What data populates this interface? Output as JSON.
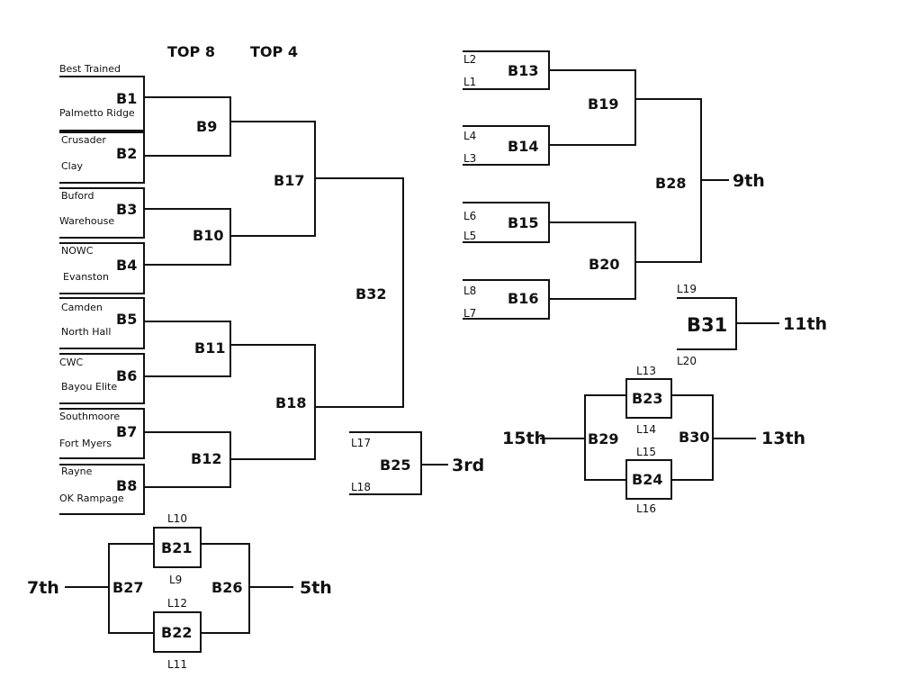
{
  "headers": {
    "top8": "TOP 8",
    "top4": "TOP 4"
  },
  "teams": [
    "Best Trained",
    "Palmetto Ridge",
    "Crusader",
    "Clay",
    "Buford",
    "Warehouse",
    "NOWC",
    "Evanston",
    "Camden",
    "North Hall",
    "CWC",
    "Bayou Elite",
    "Southmoore",
    "Fort Myers",
    "Rayne",
    "OK Rampage"
  ],
  "games": {
    "b1": "B1",
    "b2": "B2",
    "b3": "B3",
    "b4": "B4",
    "b5": "B5",
    "b6": "B6",
    "b7": "B7",
    "b8": "B8",
    "b9": "B9",
    "b10": "B10",
    "b11": "B11",
    "b12": "B12",
    "b13": "B13",
    "b14": "B14",
    "b15": "B15",
    "b16": "B16",
    "b17": "B17",
    "b18": "B18",
    "b19": "B19",
    "b20": "B20",
    "b21": "B21",
    "b22": "B22",
    "b23": "B23",
    "b24": "B24",
    "b25": "B25",
    "b26": "B26",
    "b27": "B27",
    "b28": "B28",
    "b29": "B29",
    "b30": "B30",
    "b31": "B31",
    "b32": "B32"
  },
  "losers": {
    "l1": "L1",
    "l2": "L2",
    "l3": "L3",
    "l4": "L4",
    "l5": "L5",
    "l6": "L6",
    "l7": "L7",
    "l8": "L8",
    "l9": "L9",
    "l10": "L10",
    "l11": "L11",
    "l12": "L12",
    "l13": "L13",
    "l14": "L14",
    "l15": "L15",
    "l16": "L16",
    "l17": "L17",
    "l18": "L18",
    "l19": "L19",
    "l20": "L20"
  },
  "places": {
    "p3": "3rd",
    "p5": "5th",
    "p7": "7th",
    "p9": "9th",
    "p11": "11th",
    "p13": "13th",
    "p15": "15th"
  }
}
